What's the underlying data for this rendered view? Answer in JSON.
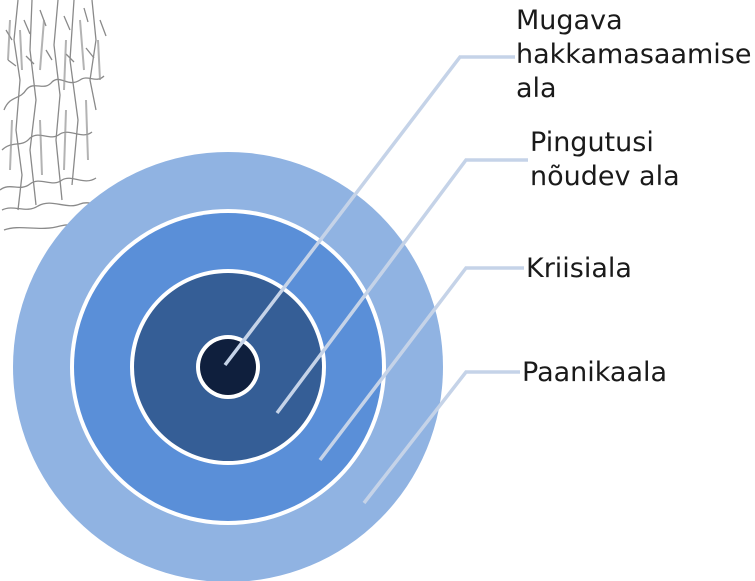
{
  "zones": [
    {
      "label_lines": [
        "Mugava",
        "hakkamasaamise",
        "ala"
      ],
      "fill": "#0f1f3d"
    },
    {
      "label_lines": [
        "Pingutusi",
        "nõudev ala"
      ],
      "fill": "#355e96"
    },
    {
      "label_lines": [
        "Kriisiala"
      ],
      "fill": "#5a8fd8"
    },
    {
      "label_lines": [
        "Paanikaala"
      ],
      "fill": "#90b3e2"
    }
  ],
  "colors": {
    "ring_separator": "#ffffff",
    "leader_line": "#c5d3e8",
    "label_text": "#1a1a1a",
    "sketch": "#8a8a8a"
  },
  "decoration": {
    "sketch_icon": "forest-sketch-icon"
  }
}
